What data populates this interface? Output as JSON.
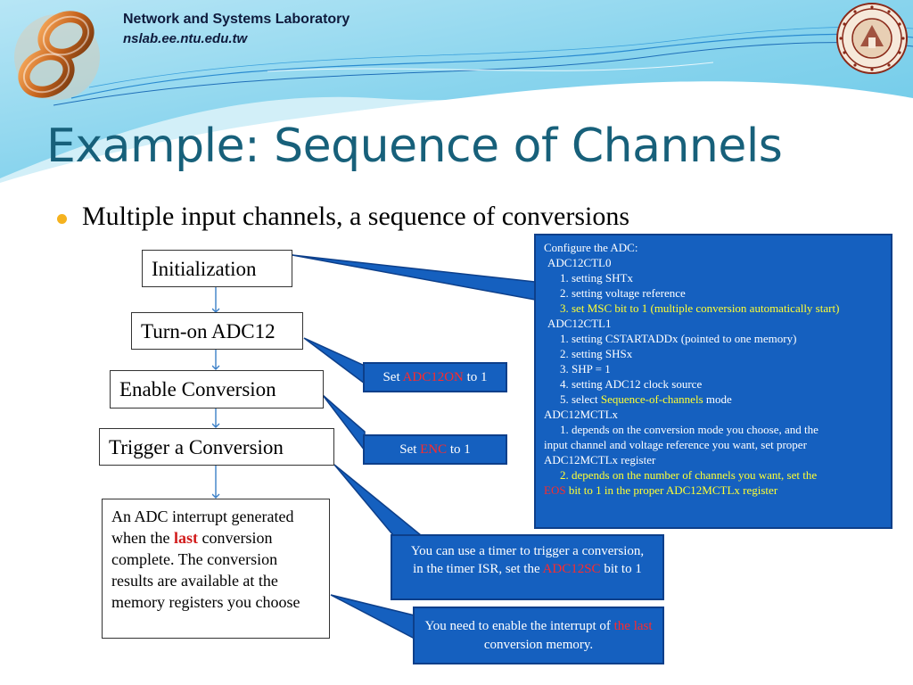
{
  "header": {
    "lab_name": "Network and Systems Laboratory",
    "lab_url": "nslab.ee.ntu.edu.tw"
  },
  "title": "Example: Sequence of Channels",
  "bullet": "Multiple input channels, a sequence of conversions",
  "flow": {
    "steps": [
      "Initialization",
      "Turn-on ADC12",
      "Enable Conversion",
      "Trigger a Conversion"
    ],
    "result": {
      "part1": "An ADC interrupt generated when the ",
      "highlight": "last",
      "part2": " conversion complete. The conversion results are available at the memory registers you choose"
    }
  },
  "callouts": {
    "adc12on": {
      "pre": "Set ",
      "reg": "ADC12ON",
      "post": " to 1"
    },
    "enc": {
      "pre": "Set ",
      "reg": "ENC",
      "post": " to 1"
    },
    "timer": {
      "pre": "You can use a timer to trigger a conversion, in the timer ISR, set the ",
      "reg": "ADC12SC",
      "post": " bit to 1"
    },
    "interrupt": {
      "pre": "You need to enable the interrupt of ",
      "reg": "the last",
      "post": " conversion memory."
    }
  },
  "config": {
    "title": "Configure the ADC:",
    "ctl0": {
      "name": "ADC12CTL0",
      "items": [
        "1. setting SHTx",
        "2. setting voltage reference",
        "3. set MSC bit to 1 (multiple conversion automatically start)"
      ]
    },
    "ctl1": {
      "name": "ADC12CTL1",
      "items": [
        "1. setting CSTARTADDx (pointed to one memory)",
        "2. setting SHSx",
        "3. SHP = 1",
        "4. setting ADC12 clock source"
      ],
      "item5_pre": "5. select ",
      "item5_hl": "Sequence-of-channels",
      "item5_post": " mode"
    },
    "mctl": {
      "name": "ADC12MCTLx",
      "item1_a": "1. depends on the conversion mode you choose, and the",
      "item1_b": "input channel and voltage reference you want, set proper",
      "item1_c": "ADC12MCTLx register",
      "item2_a": "2. depends on the number of channels you want, set the",
      "item2_eos": "EOS",
      "item2_b": " bit to 1 in the proper ADC12MCTLx register"
    }
  },
  "colors": {
    "title": "#17607a",
    "callout_bg": "#1560bf",
    "highlight_yellow": "#ffff33",
    "highlight_red": "#d11a1a",
    "bullet": "#f5b21e"
  }
}
